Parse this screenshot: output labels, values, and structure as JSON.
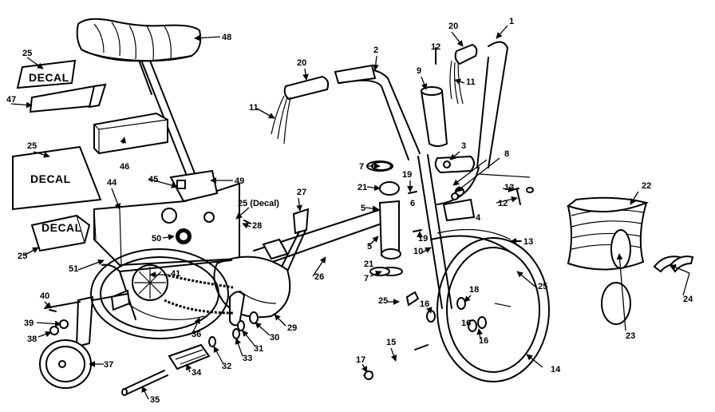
{
  "decals": {
    "decal_top": "DECAL",
    "decal_mid": "DECAL",
    "decal_low": "DECAL",
    "decal_note": "25 (Decal)"
  },
  "callouts": [
    "1",
    "2",
    "3",
    "4",
    "5",
    "6",
    "7",
    "8",
    "9",
    "10",
    "11",
    "12",
    "13",
    "14",
    "15",
    "16",
    "17",
    "18",
    "19",
    "20",
    "21",
    "22",
    "23",
    "24",
    "25",
    "26",
    "27",
    "28",
    "29",
    "30",
    "31",
    "32",
    "33",
    "34",
    "35",
    "36",
    "37",
    "38",
    "39",
    "40",
    "41",
    "44",
    "45",
    "46",
    "47",
    "48",
    "49",
    "50",
    "51"
  ]
}
